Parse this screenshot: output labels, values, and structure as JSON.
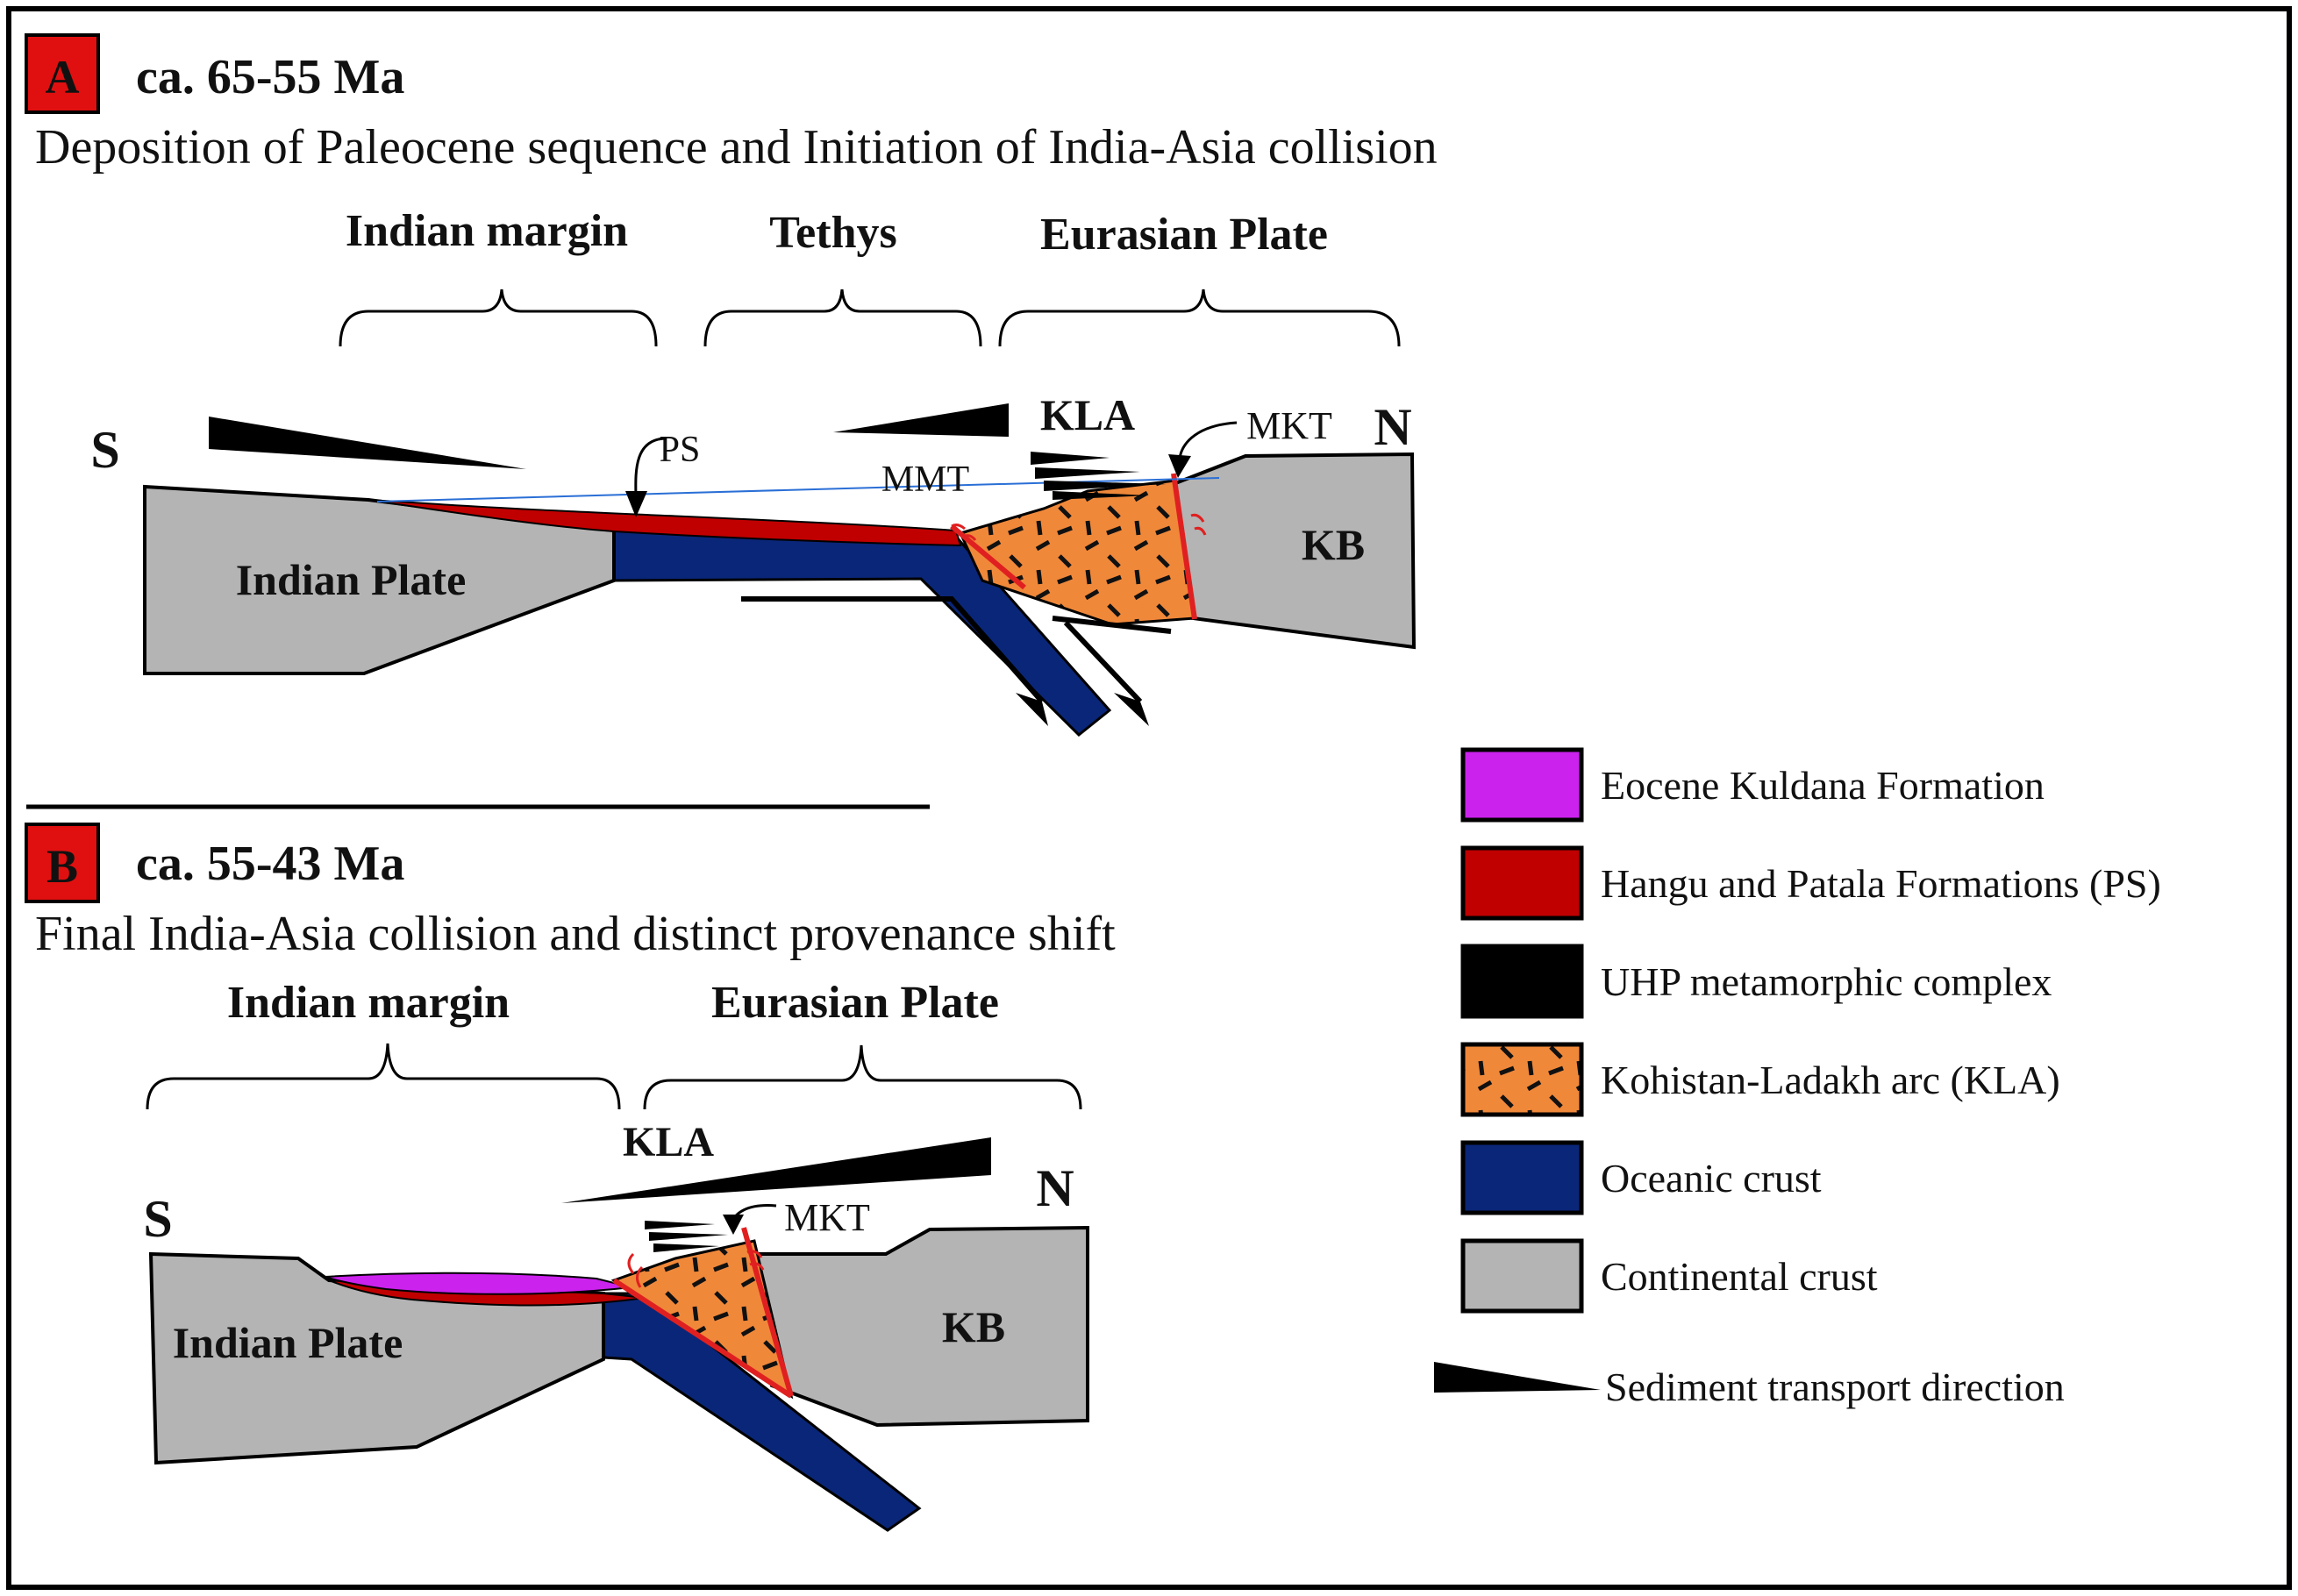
{
  "panel_a": {
    "letter": "A",
    "age": "ca. 65-55 Ma",
    "caption": "Deposition of Paleocene sequence and Initiation of India-Asia collision",
    "domains": [
      "Indian margin",
      "Tethys",
      "Eurasian Plate"
    ],
    "labels": {
      "south": "S",
      "north": "N",
      "indian_plate": "Indian Plate",
      "kb": "KB",
      "kla": "KLA",
      "mkt": "MKT",
      "mmt": "MMT",
      "ps": "PS"
    }
  },
  "panel_b": {
    "letter": "B",
    "age": "ca. 55-43 Ma",
    "caption": "Final India-Asia collision and distinct provenance shift",
    "domains": [
      "Indian margin",
      "Eurasian Plate"
    ],
    "labels": {
      "south": "S",
      "north": "N",
      "indian_plate": "Indian Plate",
      "kb": "KB",
      "kla": "KLA",
      "mkt": "MKT"
    }
  },
  "legend": [
    {
      "label": "Eocene Kuldana Formation",
      "color": "#cc22ee"
    },
    {
      "label": "Hangu and Patala Formations (PS)",
      "color": "#c00000"
    },
    {
      "label": "UHP metamorphic complex",
      "color": "#000000"
    },
    {
      "label": "Kohistan-Ladakh arc (KLA)",
      "color": "#f0883a"
    },
    {
      "label": "Oceanic crust",
      "color": "#0a2678"
    },
    {
      "label": "Continental crust",
      "color": "#b4b4b4"
    }
  ],
  "legend_arrow_label": "Sediment transport direction",
  "colors": {
    "panel_letter_bg": "#e01010",
    "continental": "#b4b4b4",
    "oceanic": "#0a2678",
    "ps": "#c00000",
    "kuldana": "#cc22ee",
    "arc": "#f0883a",
    "fault": "#e02020"
  }
}
